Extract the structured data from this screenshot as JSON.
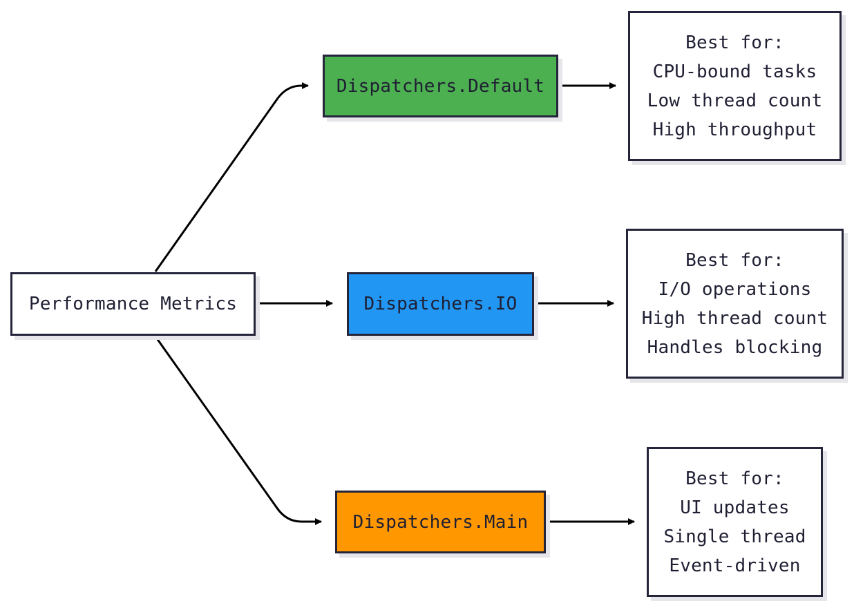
{
  "colors": {
    "default_fill": "#4caf50",
    "io_fill": "#2196f3",
    "main_fill": "#ff9800",
    "stroke": "#24243a",
    "background": "#ffffff"
  },
  "nodes": {
    "root": {
      "label": "Performance Metrics"
    },
    "default": {
      "label": "Dispatchers.Default"
    },
    "io": {
      "label": "Dispatchers.IO"
    },
    "main": {
      "label": "Dispatchers.Main"
    }
  },
  "notes": {
    "default": {
      "lines": [
        "Best for:",
        "CPU-bound tasks",
        "Low thread count",
        "High throughput"
      ]
    },
    "io": {
      "lines": [
        "Best for:",
        "I/O operations",
        "High thread count",
        "Handles blocking"
      ]
    },
    "main": {
      "lines": [
        "Best for:",
        "UI updates",
        "Single thread",
        "Event-driven"
      ]
    }
  },
  "edges": [
    {
      "from": "root",
      "to": "default"
    },
    {
      "from": "root",
      "to": "io"
    },
    {
      "from": "root",
      "to": "main"
    },
    {
      "from": "default",
      "to": "notes.default"
    },
    {
      "from": "io",
      "to": "notes.io"
    },
    {
      "from": "main",
      "to": "notes.main"
    }
  ]
}
